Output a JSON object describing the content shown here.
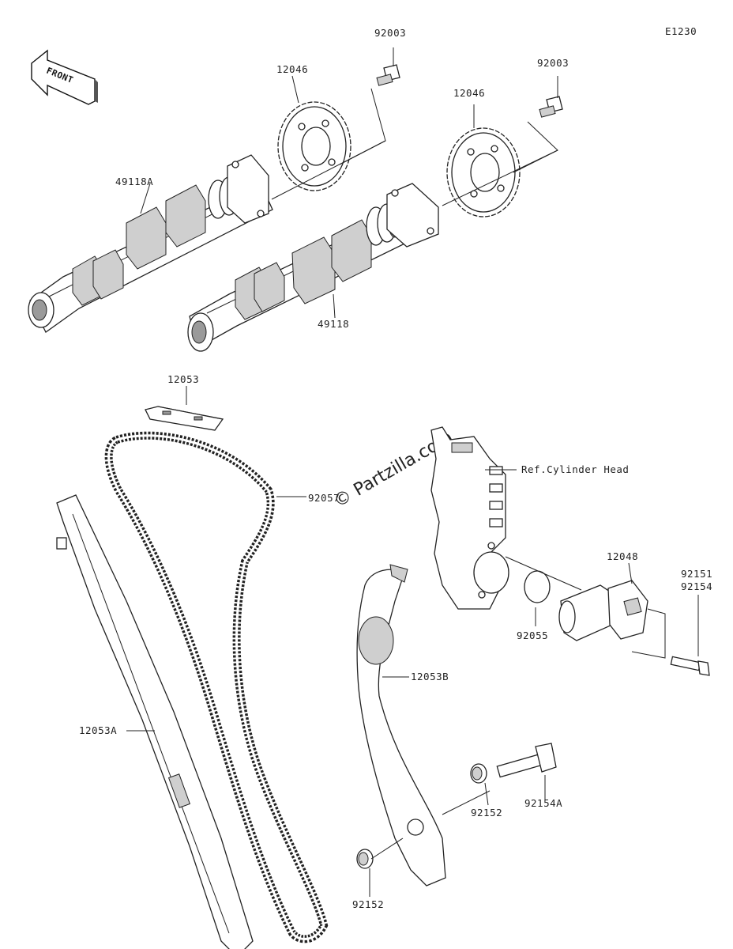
{
  "diagram": {
    "diagram_code": "E1230",
    "front_label": "FRONT",
    "watermark": "© Partzilla.com",
    "callouts": [
      {
        "id": "bolt_top_left",
        "label": "92003"
      },
      {
        "id": "bolt_top_right",
        "label": "92003"
      },
      {
        "id": "sprocket_left",
        "label": "12046"
      },
      {
        "id": "sprocket_right",
        "label": "12046"
      },
      {
        "id": "camshaft_a",
        "label": "49118A"
      },
      {
        "id": "camshaft_b",
        "label": "49118"
      },
      {
        "id": "guide_top",
        "label": "12053"
      },
      {
        "id": "chain",
        "label": "92057"
      },
      {
        "id": "cylinder_head_ref",
        "label": "Ref.Cylinder Head"
      },
      {
        "id": "tensioner",
        "label": "12048"
      },
      {
        "id": "bolt_tensioner_1",
        "label": "92151"
      },
      {
        "id": "bolt_tensioner_2",
        "label": "92154"
      },
      {
        "id": "oring",
        "label": "92055"
      },
      {
        "id": "guide_b",
        "label": "12053B"
      },
      {
        "id": "guide_a",
        "label": "12053A"
      },
      {
        "id": "bolt_pivot",
        "label": "92154A"
      },
      {
        "id": "collar_right",
        "label": "92152"
      },
      {
        "id": "collar_bottom",
        "label": "92152"
      }
    ]
  }
}
